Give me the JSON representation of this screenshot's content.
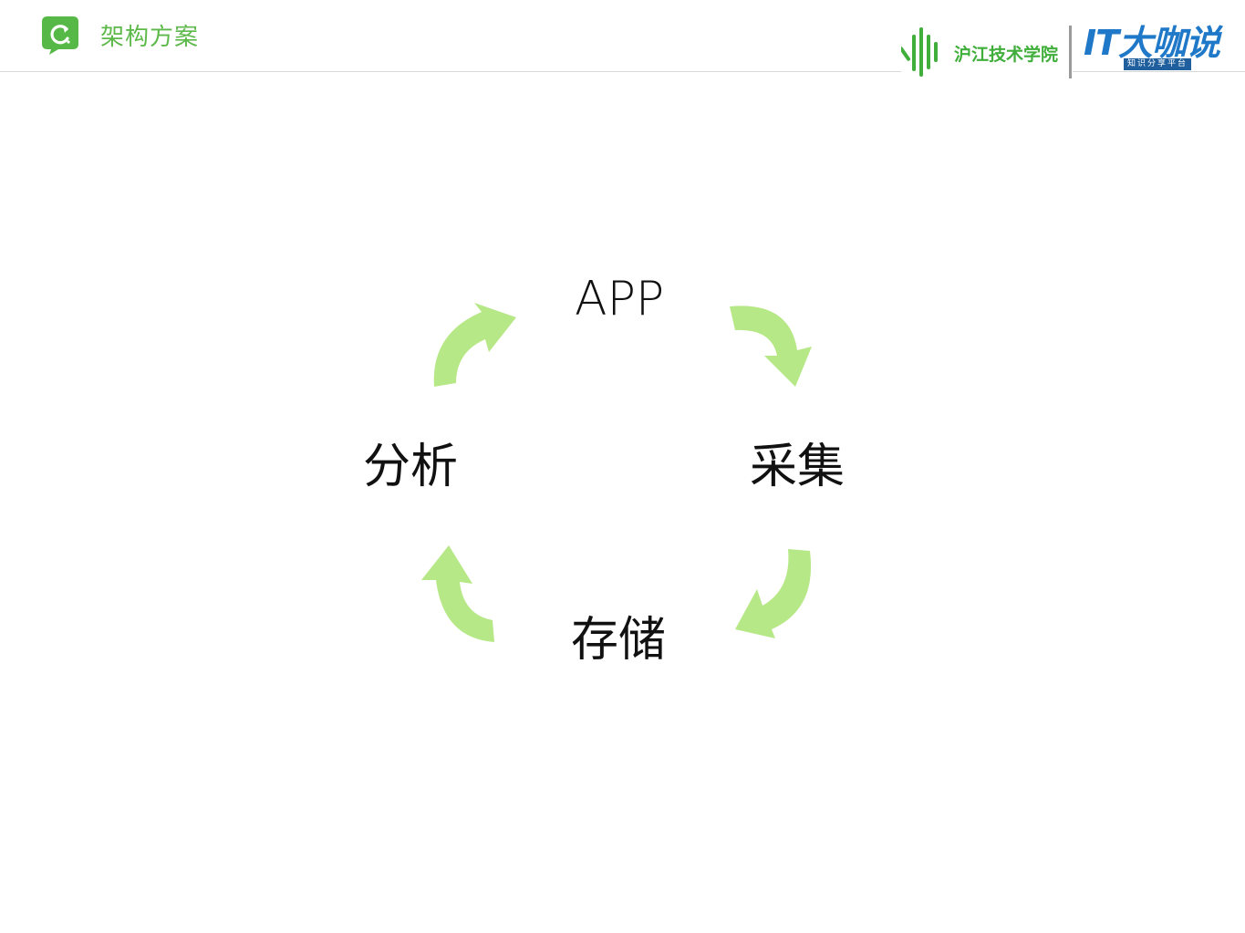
{
  "header": {
    "section_title": "架构方案",
    "app_icon": "refresh-chat-icon",
    "brand_left": {
      "name": "沪江技术学院",
      "icon": "soundwave-logo-icon"
    },
    "brand_right": {
      "name": "IT大咖说",
      "tagline": "知识分享平台"
    },
    "colors": {
      "title_green": "#5db94a",
      "brand_green": "#3fae3a",
      "brand_blue": "#1f78c8"
    }
  },
  "cycle": {
    "nodes": [
      {
        "label": "APP"
      },
      {
        "label": "采集"
      },
      {
        "label": "存储"
      },
      {
        "label": "分析"
      }
    ],
    "arrow_color": "#b7e887",
    "arrow_icon": "curved-arrow-icon"
  }
}
